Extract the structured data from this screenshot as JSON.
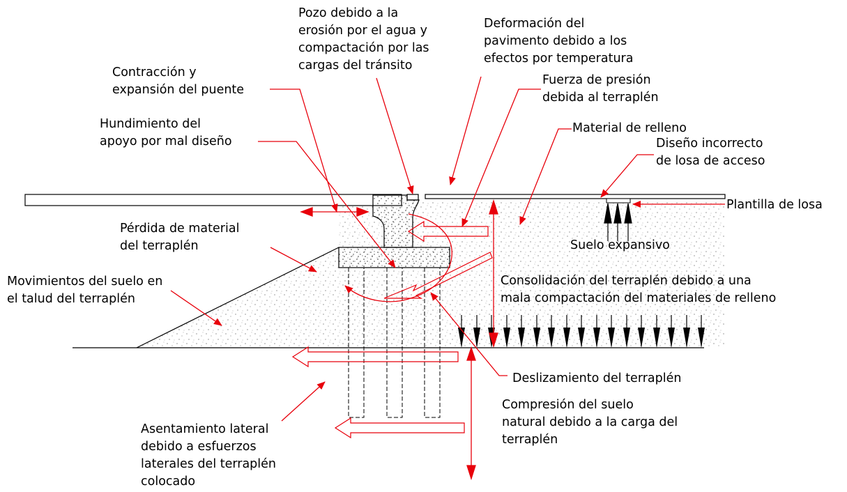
{
  "colors": {
    "outline": "#000000",
    "annotation": "#e8000b",
    "stipple": "#555555"
  },
  "labels": {
    "pozo": [
      "Pozo debido a la",
      "erosión por el agua y",
      "compactación por las",
      "cargas del tránsito"
    ],
    "deformacion": [
      "Deformación del",
      "pavimento debido a los",
      "efectos por temperatura"
    ],
    "contraccion": [
      "Contracción y",
      "expansión del puente"
    ],
    "fuerza": [
      "Fuerza de presión",
      "debida al terraplén"
    ],
    "hundimiento": [
      "Hundimiento del",
      "apoyo por mal diseño"
    ],
    "material_relleno": [
      "Material de relleno"
    ],
    "diseno": [
      "Diseño incorrecto",
      "de losa de acceso"
    ],
    "plantilla": [
      "Plantilla de losa"
    ],
    "perdida": [
      "Pérdida de material",
      "del terraplén"
    ],
    "suelo_expansivo": [
      "Suelo expansivo"
    ],
    "movimientos": [
      "Movimientos del suelo en",
      "el talud del terraplén"
    ],
    "consolidacion": [
      "Consolidación del terraplén debido a una",
      "mala compactación del materiales de relleno"
    ],
    "deslizamiento": [
      "Deslizamiento del terraplén"
    ],
    "compresion": [
      "Compresión del suelo",
      "natural debido a la carga del",
      "terraplén"
    ],
    "asentamiento": [
      "Asentamiento lateral",
      "debido a esfuerzos",
      "laterales del terraplén",
      "colocado"
    ]
  }
}
